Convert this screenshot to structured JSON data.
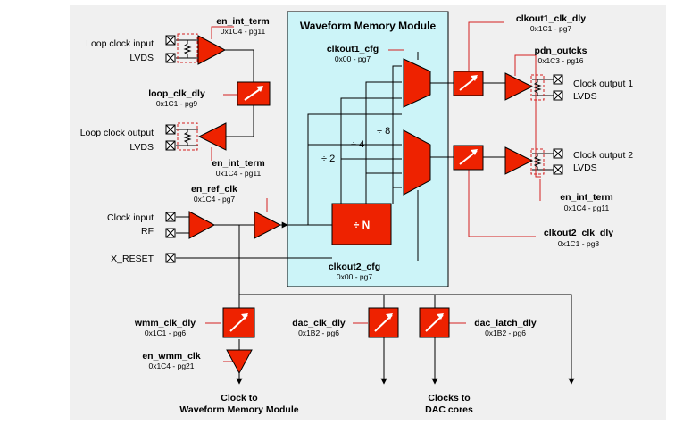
{
  "module": {
    "title": "Waveform Memory Module"
  },
  "inputs": {
    "loop_clock_input": "Loop clock input",
    "loop_clock_output": "Loop clock output",
    "lvds": "LVDS",
    "clock_input": "Clock input",
    "rf": "RF",
    "reset": "X_RESET"
  },
  "outputs": {
    "clock_output_1": "Clock output 1",
    "clock_output_2": "Clock output 2",
    "lvds": "LVDS"
  },
  "registers": {
    "en_int_term_top": {
      "name": "en_int_term",
      "addr": "0x1C4 - pg11"
    },
    "loop_clk_dly": {
      "name": "loop_clk_dly",
      "addr": "0x1C1 - pg9"
    },
    "en_int_term_mid": {
      "name": "en_int_term",
      "addr": "0x1C4 - pg11"
    },
    "en_ref_clk": {
      "name": "en_ref_clk",
      "addr": "0x1C4 - pg7"
    },
    "clkout1_cfg": {
      "name": "clkout1_cfg",
      "addr": "0x00 - pg7"
    },
    "clkout2_cfg": {
      "name": "clkout2_cfg",
      "addr": "0x00 - pg7"
    },
    "clkout1_clk_dly": {
      "name": "clkout1_clk_dly",
      "addr": "0x1C1 - pg7"
    },
    "pdn_outcks": {
      "name": "pdn_outcks",
      "addr": "0x1C3 - pg16"
    },
    "en_int_term_right": {
      "name": "en_int_term",
      "addr": "0x1C4 - pg11"
    },
    "clkout2_clk_dly": {
      "name": "clkout2_clk_dly",
      "addr": "0x1C1 - pg8"
    },
    "wmm_clk_dly": {
      "name": "wmm_clk_dly",
      "addr": "0x1C1 - pg6"
    },
    "en_wmm_clk": {
      "name": "en_wmm_clk",
      "addr": "0x1C4 - pg21"
    },
    "dac_clk_dly": {
      "name": "dac_clk_dly",
      "addr": "0x1B2 - pg6"
    },
    "dac_latch_dly": {
      "name": "dac_latch_dly",
      "addr": "0x1B2 - pg6"
    }
  },
  "dividers": {
    "n": "÷ N",
    "d2": "÷ 2",
    "d4": "÷ 4",
    "d8": "÷ 8"
  },
  "captions": {
    "wmm_line1": "Clock to",
    "wmm_line2": "Waveform Memory Module",
    "dac_line1": "Clocks to",
    "dac_line2": "DAC cores"
  },
  "colors": {
    "block": "#ee2200",
    "module_bg": "#ccf4f8",
    "frame_bg": "#f0f0f0",
    "leader": "#d42020"
  }
}
